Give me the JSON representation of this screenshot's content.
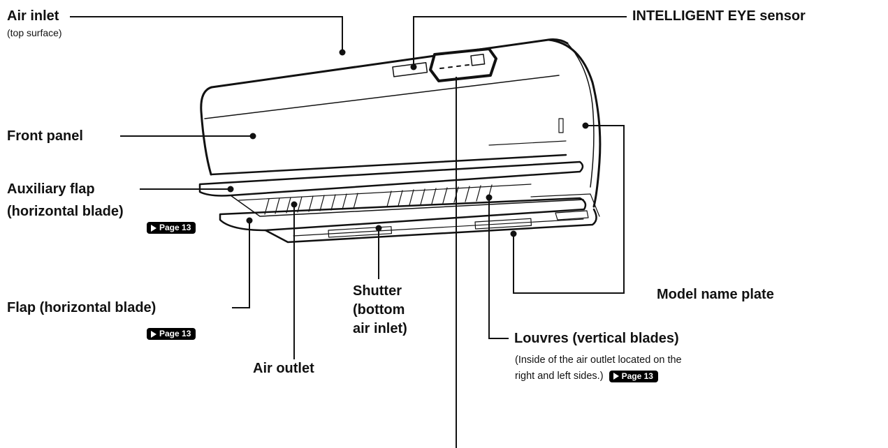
{
  "labels": {
    "air_inlet": "Air inlet",
    "air_inlet_note": "(top surface)",
    "intelligent_eye": "INTELLIGENT EYE sensor",
    "front_panel": "Front panel",
    "auxiliary_flap_1": "Auxiliary flap",
    "auxiliary_flap_2": "(horizontal blade)",
    "flap": "Flap (horizontal blade)",
    "air_outlet": "Air outlet",
    "shutter_1": "Shutter",
    "shutter_2": "(bottom",
    "shutter_3": "air inlet)",
    "model_name_plate": "Model name plate",
    "louvres": "Louvres (vertical blades)",
    "louvres_note_1": "(Inside of the air outlet located on the",
    "louvres_note_2": "right and left sides.)"
  },
  "page_refs": {
    "auxiliary_flap": "Page 13",
    "flap": "Page 13",
    "louvres": "Page 13"
  }
}
